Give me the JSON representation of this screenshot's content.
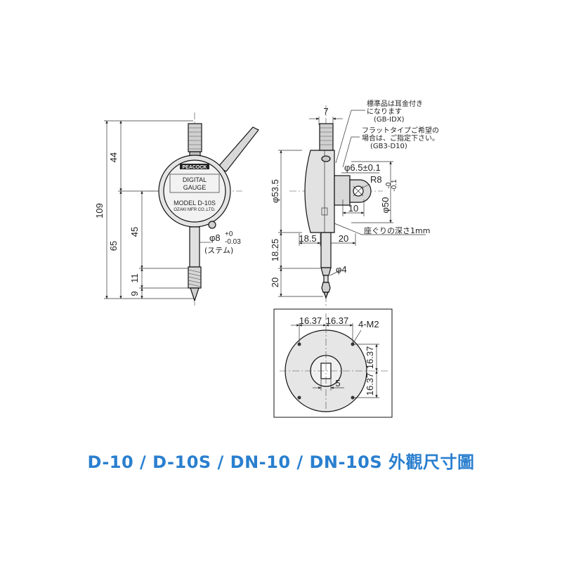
{
  "front_view": {
    "dim_top": "44",
    "dim_total": "109",
    "dim_lower": "65",
    "dim_45": "45",
    "dim_11": "11",
    "dim_9": "9",
    "face_brand": "PEACOCK",
    "face_line1": "DIGITAL",
    "face_line2": "GAUGE",
    "face_model": "MODEL D-10S",
    "face_maker": "OZAKI MFR CO.,LTD.",
    "stem_dia_symbol": "φ8",
    "stem_tol_upper": "+0",
    "stem_tol_lower": "-0.03",
    "stem_label": "(ステム)"
  },
  "side_view": {
    "dim_7": "7",
    "dim_53_5": "φ53.5",
    "dim_6_5": "φ6.5±0.1",
    "dim_r8": "R8",
    "dim_50": "φ50",
    "dim_50_tol_upper": "-0",
    "dim_50_tol_lower": "-0.1",
    "dim_10": "10",
    "dim_18_5": "18.5",
    "dim_20_top": "20",
    "dim_18_25": "18.25",
    "dim_20_side": "20",
    "dim_4": "φ4",
    "note1_line1": "標準品は耳金付き",
    "note1_line2": "になります",
    "note1_line3": "(GB-IDX)",
    "note2_line1": "フラットタイプご希望の",
    "note2_line2": "場合は、ご指定下さい。",
    "note2_line3": "(GB3-D10)",
    "counterbore_note": "座ぐりの深さ1mm"
  },
  "back_view": {
    "dim_h1": "16.37",
    "dim_h2": "16.37",
    "dim_v1": "16.37",
    "dim_v2": "16.37",
    "holes": "4-M2",
    "dim_5": "5"
  },
  "caption": "D-10 / D-10S / DN-10 / DN-10S 外觀尺寸圖",
  "colors": {
    "caption": "#2a7fcf",
    "line": "#111111",
    "fill_body": "#e4e4e4",
    "fill_face": "#f2f2f2"
  }
}
